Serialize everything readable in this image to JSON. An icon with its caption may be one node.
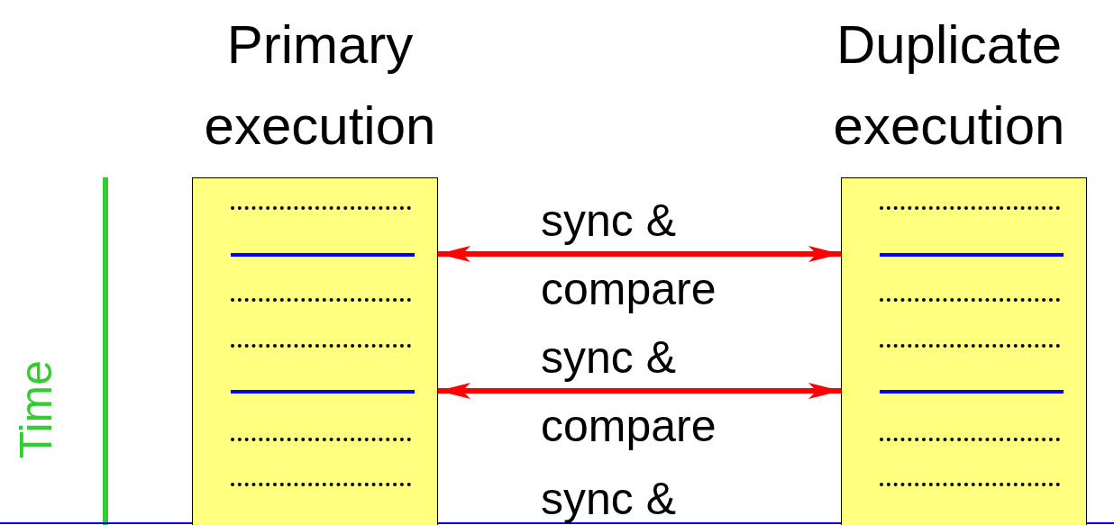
{
  "diagram": {
    "nodes": [
      {
        "text": [
          "Primary execution"
        ]
      },
      {
        "text": [
          "Duplicate execution"
        ]
      }
    ],
    "edges": [
      {
        "from": 0,
        "to": 1,
        "arrow": "both",
        "label": "sync & compare"
      },
      {
        "from": 0,
        "to": 1,
        "arrow": "both",
        "label": "sync & compare"
      }
    ],
    "labels": [
      "sync &",
      "Time"
    ]
  }
}
